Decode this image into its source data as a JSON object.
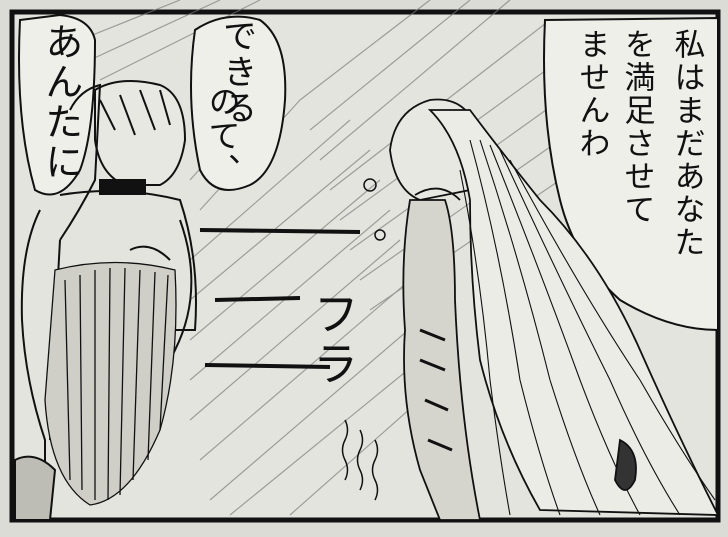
{
  "panel": {
    "speech_left": "あんたに",
    "speech_center_line1": "できる",
    "speech_center_line2": "のて、",
    "speech_right_line1": "私はまだあなた",
    "speech_right_line2": "を満足させて",
    "speech_right_line3": "ませんわ",
    "sfx": "フラ"
  },
  "icons": {
    "left_character": "woman-in-corset-figure",
    "right_character": "long-haired-woman-figure"
  }
}
